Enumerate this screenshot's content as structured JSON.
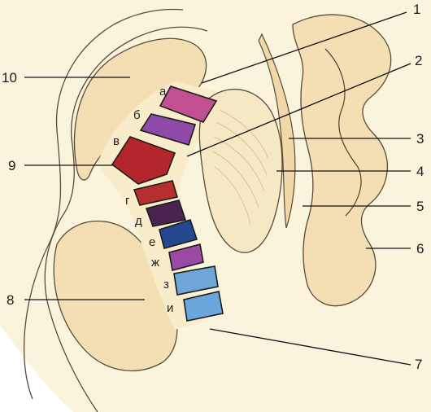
{
  "colors": {
    "background": "#fbf4dc",
    "organ_fill": "#f3dfb3",
    "bulb_fill": "#f7e8c4",
    "outline": "#5a4a3a"
  },
  "numbered_labels": [
    "1",
    "2",
    "3",
    "4",
    "5",
    "6",
    "7",
    "8",
    "9",
    "10"
  ],
  "segments": [
    {
      "label": "а",
      "color": "#c0508f"
    },
    {
      "label": "б",
      "color": "#8e4aa8"
    },
    {
      "label": "в",
      "color": "#b3262b"
    },
    {
      "label": "г",
      "color": "#b62e2f"
    },
    {
      "label": "д",
      "color": "#4a2451"
    },
    {
      "label": "е",
      "color": "#24478f"
    },
    {
      "label": "ж",
      "color": "#9a4aa4"
    },
    {
      "label": "з",
      "color": "#6fa6d8"
    },
    {
      "label": "и",
      "color": "#6aa5db"
    }
  ]
}
